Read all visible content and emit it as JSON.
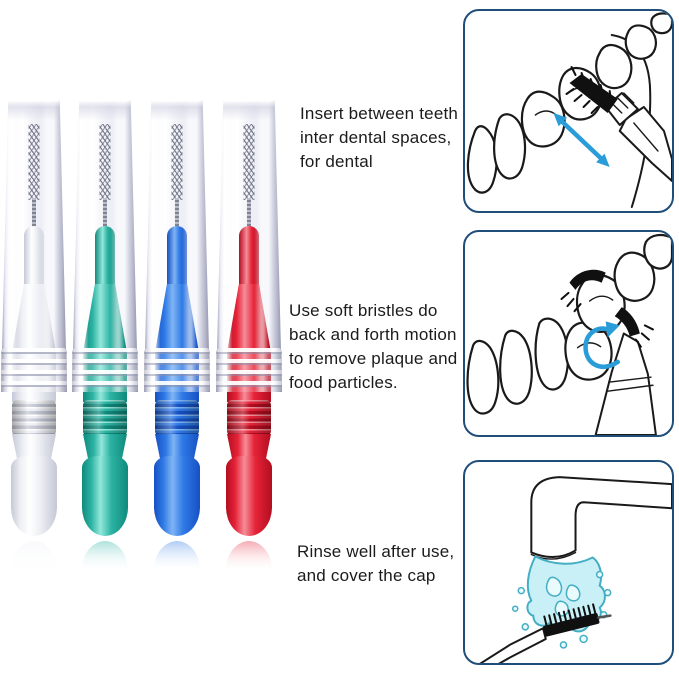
{
  "steps": [
    {
      "label": "Insert between teeth\ninter dental spaces,\nfor dental",
      "illustration": "insert-between-teeth"
    },
    {
      "label": "Use soft bristles do\nback and forth motion\nto remove plaque and\nfood particles.",
      "illustration": "back-and-forth-motion"
    },
    {
      "label": "Rinse well after use,\nand cover the cap",
      "illustration": "rinse-under-faucet"
    }
  ],
  "brushes": [
    {
      "name": "white",
      "main": "#edeff4",
      "dark": "#c5c8d6",
      "light": "#ffffff"
    },
    {
      "name": "teal",
      "main": "#2cb3a3",
      "dark": "#0f8a7c",
      "light": "#93e7da"
    },
    {
      "name": "blue",
      "main": "#2e7ae6",
      "dark": "#1750c2",
      "light": "#7fb4f4"
    },
    {
      "name": "red",
      "main": "#e62338",
      "dark": "#b30d20",
      "light": "#f58d98"
    }
  ],
  "colors": {
    "panel_border": "#1f4e79",
    "arrow_blue": "#2a9cd8",
    "ink": "#1a1a1a",
    "text": "#1b1b1b",
    "water_fill": "#c9f0f6",
    "water_stroke": "#44afc4",
    "bristle_black": "#101010",
    "wire_gray": "#8d90a2",
    "cap_tint": "#c3c6d8"
  }
}
